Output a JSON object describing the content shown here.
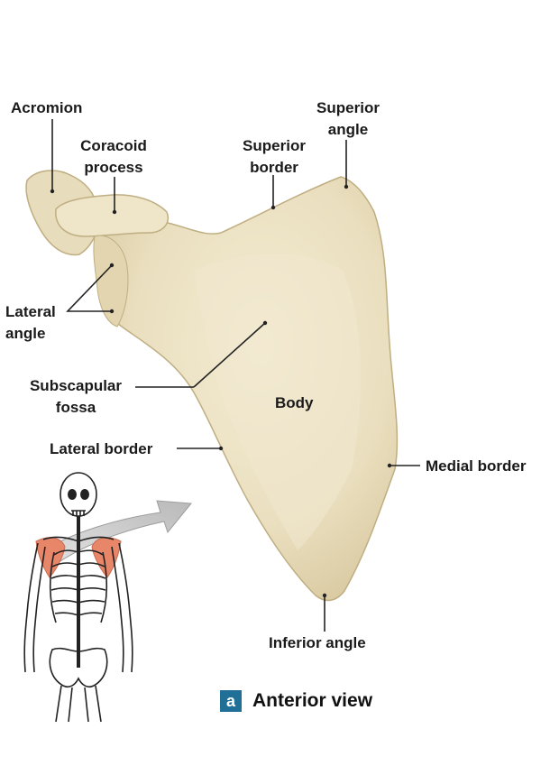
{
  "labels": {
    "acromion": "Acromion",
    "coracoid_1": "Coracoid",
    "coracoid_2": "process",
    "superior_border_1": "Superior",
    "superior_border_2": "border",
    "superior_angle_1": "Superior",
    "superior_angle_2": "angle",
    "lateral_angle_1": "Lateral",
    "lateral_angle_2": "angle",
    "subscapular_1": "Subscapular",
    "subscapular_2": "fossa",
    "body": "Body",
    "lateral_border": "Lateral border",
    "medial_border": "Medial border",
    "inferior_angle": "Inferior angle"
  },
  "view": {
    "letter": "a",
    "title": "Anterior view"
  },
  "colors": {
    "bone": "#ece2c4",
    "bone_shadow": "#d8c9a0",
    "highlight": "#e8866a",
    "badge": "#1f6f96",
    "leader_line": "#222222"
  }
}
